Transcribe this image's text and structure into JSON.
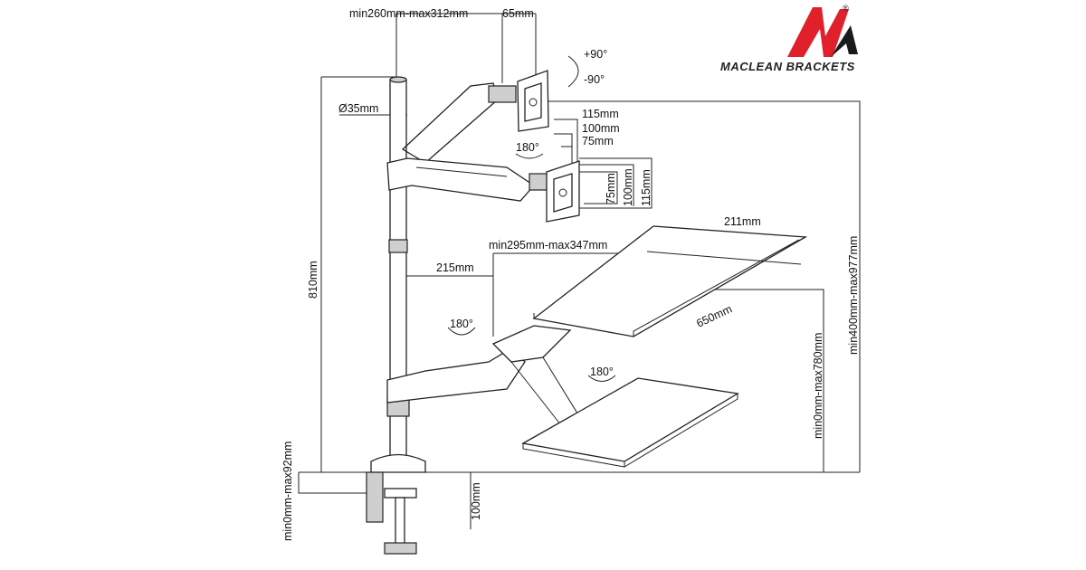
{
  "brand": {
    "name": "MACLEAN BRACKETS",
    "registered": "®",
    "colors": {
      "red": "#e0202a",
      "black": "#1a1a1a"
    }
  },
  "dimensions": {
    "arm_reach_upper": "min260mm-max312mm",
    "head_offset": "65mm",
    "tilt_up": "+90°",
    "tilt_down": "-90°",
    "pole_diameter": "Ø35mm",
    "vesa_h_115": "115mm",
    "vesa_h_100": "100mm",
    "vesa_h_75": "75mm",
    "vesa_v_75": "75mm",
    "vesa_v_100": "100mm",
    "vesa_v_115": "115mm",
    "rotation_monitor": "180°",
    "rotation_arm": "180°",
    "rotation_keyboard": "180°",
    "pole_height": "810mm",
    "total_height": "min400mm-max977mm",
    "tray_width": "211mm",
    "tray_length": "650mm",
    "arm_reach_lower": "min295mm-max347mm",
    "arm_offset_lower": "215mm",
    "tray_height": "min0mm-max780mm",
    "desk_thickness": "min0mm-max92mm",
    "clamp_depth": "100mm"
  }
}
